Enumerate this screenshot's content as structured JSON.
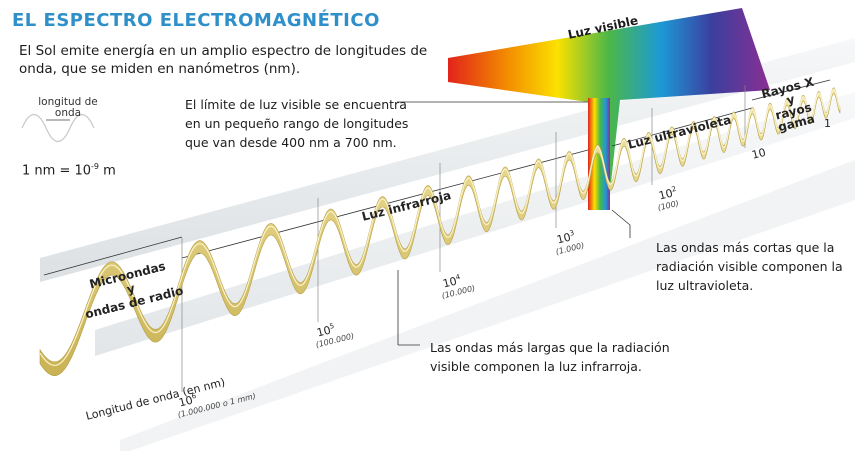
{
  "title": "EL ESPECTRO ELECTROMAGNÉTICO",
  "intro": "El Sol emite energía en un amplio espectro de longitudes de onda, que se miden en nanómetros (nm).",
  "wavelength_label": "longitud de onda",
  "nm_equation": {
    "base": "1 nm = 10",
    "exponent": "-9",
    "unit": " m"
  },
  "visible_note": "El límite de luz visible se encuentra en un pequeño rango de longitudes que van desde 400 nm a 700 nm.",
  "uv_note": "Las ondas más cortas que la radiación visible componen la luz ultravioleta.",
  "ir_note": "Las ondas más largas que la radiación visible componen la luz infrarroja.",
  "visible_label": "Luz visible",
  "bands": {
    "microwaves": [
      "Microondas",
      "y",
      "ondas de radio"
    ],
    "infrared": "Luz infrarroja",
    "ultraviolet": "Luz ultravioleta",
    "xray": [
      "Rayos X",
      "y",
      "rayos",
      "gama"
    ]
  },
  "axis_label": "Longitud de onda (en nm)",
  "ticks": [
    {
      "base": "10",
      "exp": "6",
      "sub": "(1.000.000  o  1 mm)"
    },
    {
      "base": "10",
      "exp": "5",
      "sub": "(100.000)"
    },
    {
      "base": "10",
      "exp": "4",
      "sub": "(10.000)"
    },
    {
      "base": "10",
      "exp": "3",
      "sub": "(1.000)"
    },
    {
      "base": "10",
      "exp": "2",
      "sub": "(100)"
    },
    {
      "base": "10",
      "exp": "",
      "sub": ""
    },
    {
      "base": "1",
      "exp": "",
      "sub": ""
    }
  ],
  "colors": {
    "title": "#2e8fc9",
    "ribbon": "#e6d27a",
    "rail": "#e4e8ea"
  }
}
